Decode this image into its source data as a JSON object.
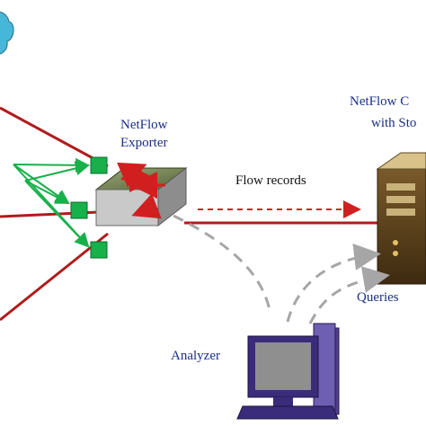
{
  "diagram": {
    "exporter_line1": "NetFlow",
    "exporter_line2": "Exporter",
    "collector_line1": "NetFlow C",
    "collector_line2": "with Sto",
    "flow_records": "Flow records",
    "queries": "Queries",
    "analyzer": "Analyzer"
  },
  "colors": {
    "link": "#b01c1c",
    "green": "#18b04a",
    "dashed_gray": "#a6a6a6",
    "label": "#1a2f86",
    "cloud": "#46b7d8"
  },
  "icons": [
    "switch-icon",
    "server-icon",
    "computer-icon",
    "cloud-icon",
    "sensor-node-icon"
  ]
}
